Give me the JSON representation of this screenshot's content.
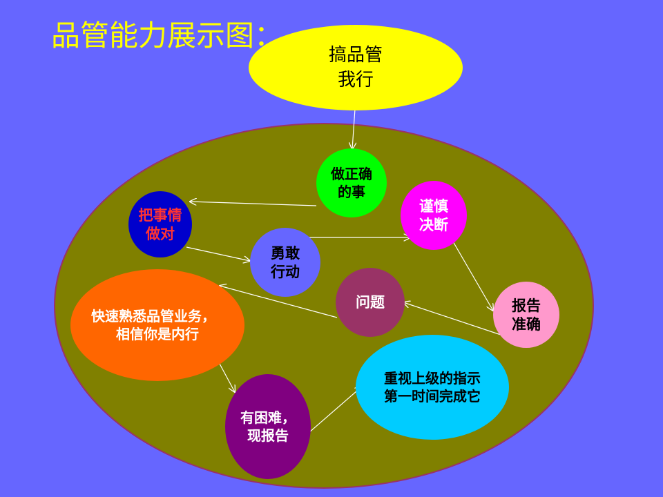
{
  "title": "品管能力展示图：",
  "nodes": {
    "top": {
      "line1": "搞品管",
      "line2": "我行"
    },
    "do_right": {
      "line1": "做正确",
      "line2": "的事"
    },
    "do_things": {
      "line1": "把事情",
      "line2": "做对"
    },
    "cautious": {
      "line1": "谨慎",
      "line2": "决断"
    },
    "brave": {
      "line1": "勇敢",
      "line2": "行动"
    },
    "problem": {
      "line1": "问题"
    },
    "report": {
      "line1": "报告",
      "line2": "准确"
    },
    "familiar": {
      "line1": "快速熟悉品管业务，",
      "line2": "相信你是内行"
    },
    "value": {
      "line1": "重视上级的指示",
      "line2": "第一时间完成它"
    },
    "difficult": {
      "line1": "有困难，",
      "line2": "现报告"
    }
  },
  "colors": {
    "background": "#6666ff",
    "big_ellipse": "#808000",
    "title": "#ffff00",
    "top": "#ffff00",
    "do_right": "#00ff00",
    "do_things": "#0000cc",
    "do_things_text": "#ff3333",
    "cautious": "#ff00ff",
    "brave": "#6666ff",
    "problem": "#993366",
    "report": "#ff99cc",
    "familiar": "#ff6600",
    "value": "#00ccff",
    "difficult": "#800080"
  }
}
